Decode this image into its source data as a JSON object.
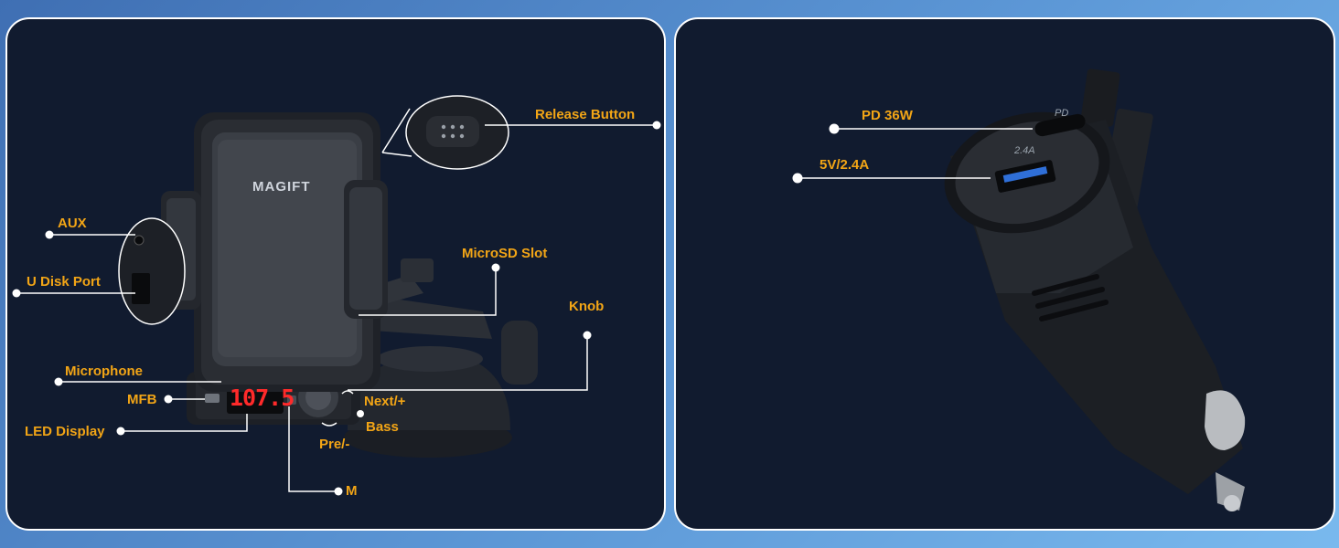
{
  "left_panel": {
    "brand": "MAGIFT",
    "led_value": "107.5",
    "labels": {
      "release_button": "Release Button",
      "aux": "AUX",
      "u_disk_port": "U Disk Port",
      "microsd_slot": "MicroSD Slot",
      "knob": "Knob",
      "microphone": "Microphone",
      "mfb": "MFB",
      "led_display": "LED Display",
      "next": "Next/+",
      "bass": "Bass",
      "pre": "Pre/-",
      "m": "M"
    }
  },
  "right_panel": {
    "pd_port_mark": "PD",
    "usb_port_mark": "2.4A",
    "labels": {
      "pd": "PD 36W",
      "usb": "5V/2.4A"
    }
  },
  "colors": {
    "label": "#f2a516",
    "panel_bg": "#111b2f",
    "led": "#ff2a2a"
  }
}
